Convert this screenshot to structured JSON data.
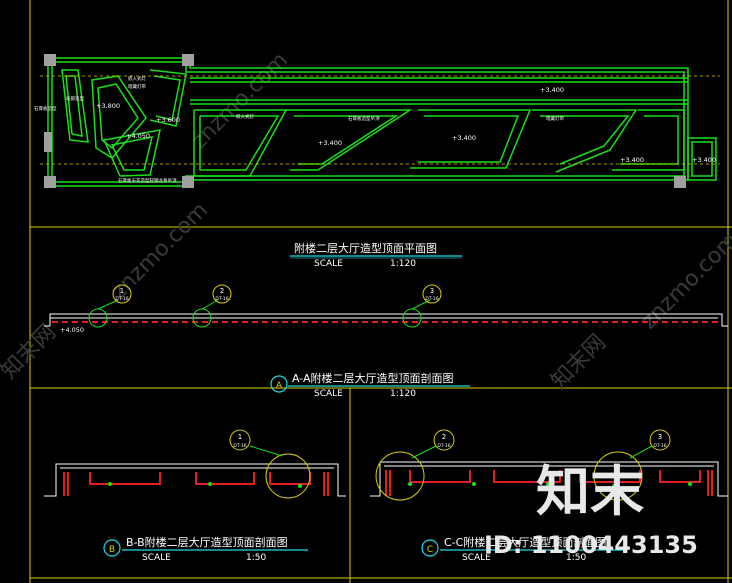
{
  "plan": {
    "title": "附楼二层大厅造型顶面平面图",
    "scale_label": "SCALE",
    "scale_value": "1:120",
    "elevations": [
      "+3.400",
      "+3.600",
      "+3.800",
      "+4.050",
      "+3.400",
      "+3.400",
      "+3.400",
      "+3.400",
      "+3.400"
    ],
    "small_notes": [
      "嵌入式灯",
      "暗藏灯带",
      "局部造型",
      "石膏板造型",
      "石膏板造型吊顶",
      "嵌入式灯",
      "暗藏灯带",
      "石膏板天花造型轻钢龙骨吊顶"
    ]
  },
  "section_a": {
    "marker": "A",
    "title": "A-A附楼二层大厅造型顶面剖面图",
    "scale_label": "SCALE",
    "scale_value": "1:120",
    "elevation": "+4.050",
    "callouts": [
      {
        "num": "1",
        "ref": "DT-16"
      },
      {
        "num": "2",
        "ref": "DT-16"
      },
      {
        "num": "3",
        "ref": "DT-16"
      }
    ]
  },
  "section_b": {
    "marker": "B",
    "title": "B-B附楼二层大厅造型顶面剖面图",
    "scale_label": "SCALE",
    "scale_value": "1:50",
    "callout": {
      "num": "1",
      "ref": "DT-16"
    }
  },
  "section_c": {
    "marker": "C",
    "title": "C-C附楼二层大厅造型顶面剖面图",
    "scale_label": "SCALE",
    "scale_value": "1:50",
    "callouts": [
      {
        "num": "2",
        "ref": "DT-16"
      },
      {
        "num": "3",
        "ref": "DT-16"
      }
    ]
  },
  "watermark": {
    "brand": "知末",
    "id": "ID: 1100443135",
    "site": "znzmo.com",
    "diag": "知末网"
  },
  "colors": {
    "frame": "#d8d000",
    "line": "#ffffff",
    "green": "#19e019",
    "red": "#e02020",
    "cyan": "#20d8e8"
  }
}
